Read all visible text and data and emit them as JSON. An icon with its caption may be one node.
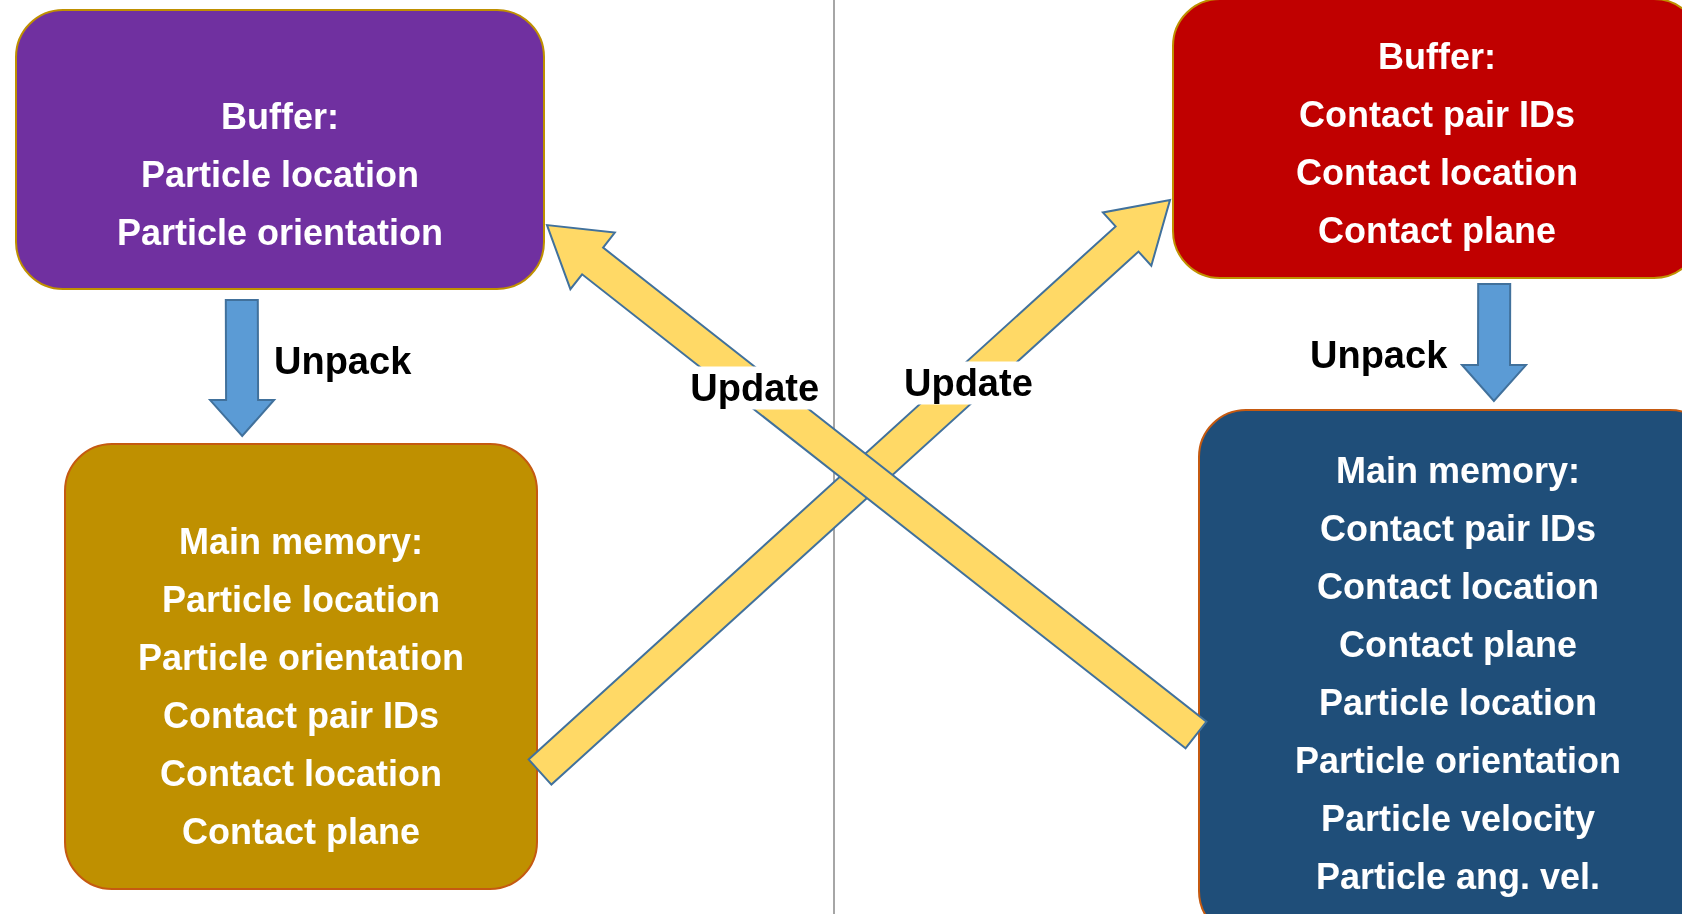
{
  "diagram": {
    "nodes": [
      {
        "text": [
          "Buffer:",
          "Particle location",
          "Particle orientation"
        ]
      },
      {
        "text": [
          "Main memory:",
          "Particle location",
          "Particle orientation",
          "Contact pair IDs",
          "Contact location",
          "Contact plane"
        ]
      },
      {
        "text": [
          "Buffer:",
          "Contact pair IDs",
          "Contact location",
          "Contact plane"
        ]
      },
      {
        "text": [
          "Main memory:",
          "Contact pair IDs",
          "Contact location",
          "Contact plane",
          "Particle location",
          "Particle orientation",
          "Particle velocity",
          "Particle ang. vel."
        ]
      }
    ],
    "edges": [
      {
        "from": 0,
        "to": 1,
        "arrow": "to",
        "label": "Unpack",
        "color": "#5b9bd5"
      },
      {
        "from": 2,
        "to": 3,
        "arrow": "to",
        "label": "Unpack",
        "color": "#5b9bd5"
      },
      {
        "from": 1,
        "to": 2,
        "arrow": "to",
        "label": "Update",
        "color": "#ffd966"
      },
      {
        "from": 3,
        "to": 0,
        "arrow": "to",
        "label": "Update",
        "color": "#ffd966"
      }
    ]
  }
}
